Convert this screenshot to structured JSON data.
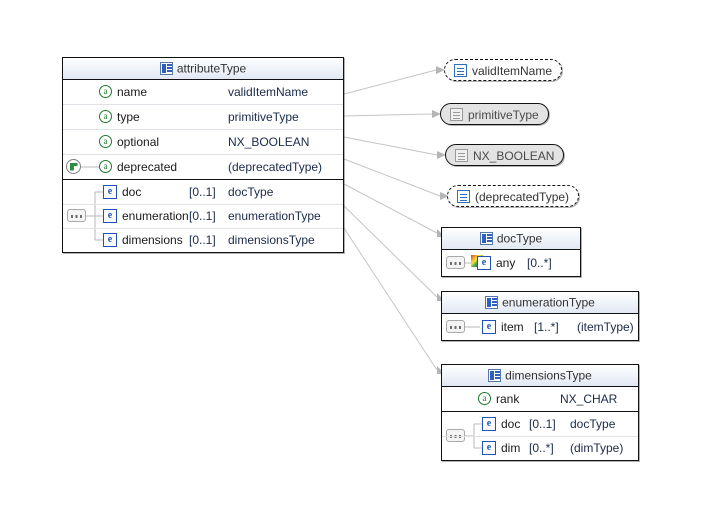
{
  "diagram": {
    "kind": "xml-schema-diagram",
    "root_type": "attributeType"
  },
  "main_box": {
    "title": "attributeType",
    "title_icon": "complex-type-icon",
    "attributes": [
      {
        "icon": "attribute-icon",
        "name": "name",
        "cardinality": "",
        "type": "validItemName"
      },
      {
        "icon": "attribute-icon",
        "name": "type",
        "cardinality": "",
        "type": "primitiveType"
      },
      {
        "icon": "attribute-icon",
        "name": "optional",
        "cardinality": "",
        "type": "NX_BOOLEAN"
      },
      {
        "icon": "attribute-icon",
        "name": "deprecated",
        "cardinality": "",
        "type": "(deprecatedType)",
        "marker": "deprecated-icon"
      }
    ],
    "elements": [
      {
        "icon": "element-icon",
        "name": "doc",
        "cardinality": "[0..1]",
        "type": "docType"
      },
      {
        "icon": "element-icon",
        "name": "enumeration",
        "cardinality": "[0..1]",
        "type": "enumerationType"
      },
      {
        "icon": "element-icon",
        "name": "dimensions",
        "cardinality": "[0..1]",
        "type": "dimensionsType"
      }
    ],
    "compositor": "sequence-icon"
  },
  "simple_types": [
    {
      "label": "validItemName",
      "icon": "simple-type-icon",
      "style": "white"
    },
    {
      "label": "primitiveType",
      "icon": "simple-type-icon",
      "style": "grey"
    },
    {
      "label": "NX_BOOLEAN",
      "icon": "simple-type-icon",
      "style": "grey"
    },
    {
      "label": "(deprecatedType)",
      "icon": "simple-type-icon",
      "style": "white"
    }
  ],
  "doc_type_box": {
    "title": "docType",
    "title_icon": "complex-type-icon",
    "compositor": "sequence-icon",
    "rows": [
      {
        "icon": "any-element-icon",
        "name": "any",
        "cardinality": "[0..*]",
        "type": ""
      }
    ]
  },
  "enumeration_type_box": {
    "title": "enumerationType",
    "title_icon": "complex-type-icon",
    "compositor": "sequence-icon",
    "rows": [
      {
        "icon": "element-icon",
        "name": "item",
        "cardinality": "[1..*]",
        "type": "(itemType)"
      }
    ]
  },
  "dimensions_type_box": {
    "title": "dimensionsType",
    "title_icon": "complex-type-icon",
    "compositor": "sequence-icon",
    "attributes": [
      {
        "icon": "attribute-icon",
        "name": "rank",
        "cardinality": "",
        "type": "NX_CHAR"
      }
    ],
    "elements": [
      {
        "icon": "element-icon",
        "name": "doc",
        "cardinality": "[0..1]",
        "type": "docType"
      },
      {
        "icon": "element-icon",
        "name": "dim",
        "cardinality": "[0..*]",
        "type": "(dimType)"
      }
    ]
  },
  "colors": {
    "border": "#111111",
    "header_gradient_top": "#ffffff",
    "header_gradient_bottom": "#e2e9f4",
    "attribute_icon": "#1c7a2e",
    "element_icon": "#1d52b8",
    "type_text": "#1a2a4a",
    "connector": "#bdbdbd",
    "greyed_fill": "#e3e3e3"
  }
}
